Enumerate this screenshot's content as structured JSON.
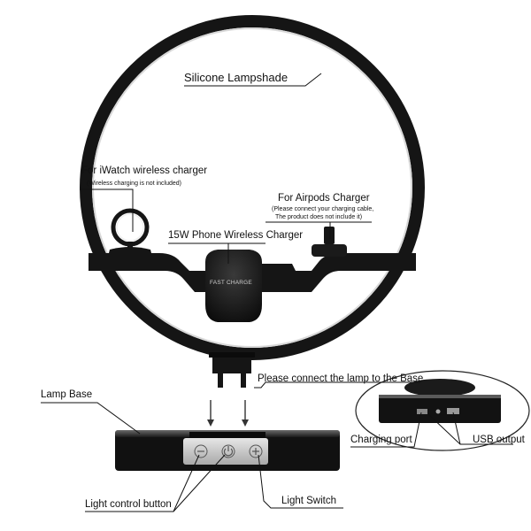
{
  "labels": {
    "lampshade": "Silicone Lampshade",
    "iwatch_title": "For iWatch wireless charger",
    "iwatch_note": "(Wireless charging is not included)",
    "airpods_title": "For Airpods Charger",
    "airpods_note_1": "(Please connect your charging cable,",
    "airpods_note_2": "The product does not include it)",
    "phone_charger": "15W Phone Wireless Charger",
    "fast_charge": "FAST CHARGE",
    "connect_lamp": "Please  connect the lamp to the Base",
    "lamp_base": "Lamp Base",
    "charging_port": "Charging port",
    "usb_output": "USB output",
    "light_control": "Light control button",
    "light_switch": "Light Switch"
  },
  "colors": {
    "ring": "#151515",
    "highlight": "#d8d8d8",
    "leader": "#111111",
    "button_panel": "#c9c9c9"
  }
}
